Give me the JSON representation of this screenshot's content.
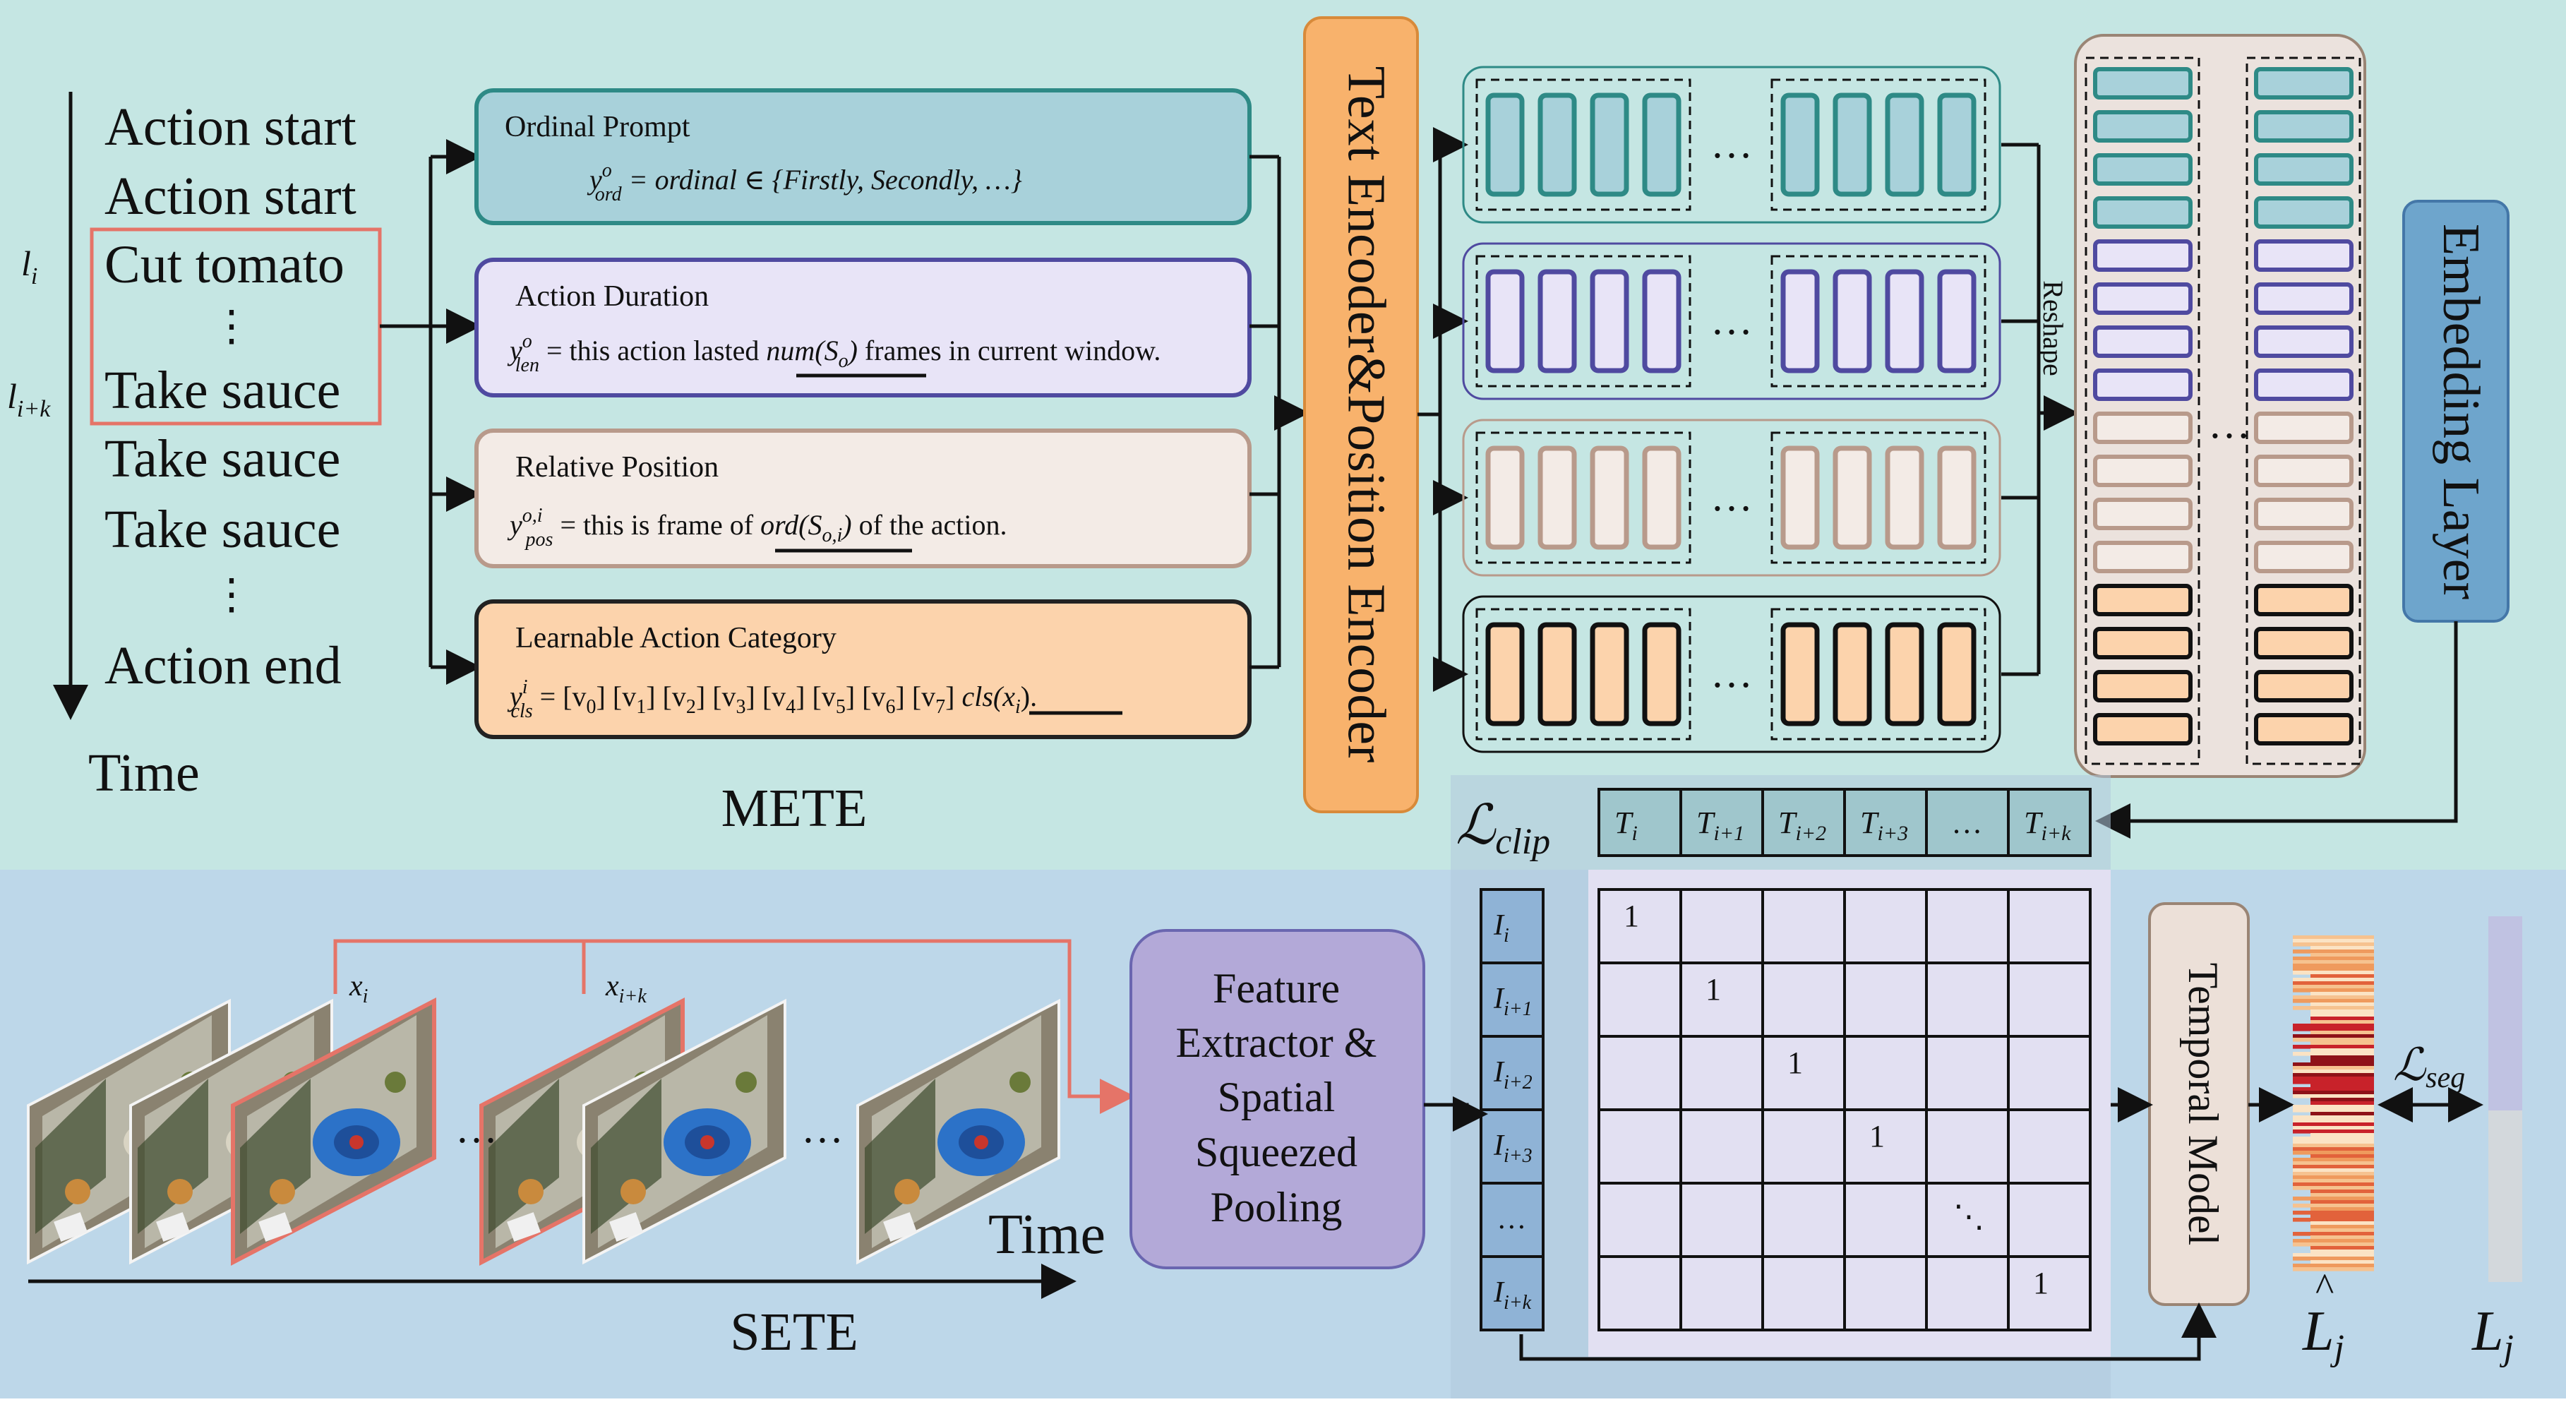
{
  "timeline": {
    "items": [
      "Action start",
      "Action start",
      "Cut tomato",
      "⋮",
      "Take sauce",
      "Take sauce",
      "Take sauce",
      "⋮",
      "Action end"
    ],
    "time_label": "Time",
    "marker_li": "l",
    "marker_li_sub": "i",
    "marker_lik": "l",
    "marker_lik_sub": "i+k"
  },
  "mete": {
    "label": "METE",
    "prompts": [
      {
        "title": "Ordinal Prompt",
        "formula": "y",
        "formula_sup": "o",
        "formula_sub": "ord",
        "text": " = ordinal ∈ {Firstly, Secondly, …}"
      },
      {
        "title": "Action Duration",
        "formula": "y",
        "formula_sup": "o",
        "formula_sub": "len",
        "text_a": " = this action lasted ",
        "text_u": "num(S",
        "text_u_sub": "o",
        "text_u_end": ")",
        "text_b": " frames in current window."
      },
      {
        "title": "Relative Position",
        "formula": "y",
        "formula_sup": "o,i",
        "formula_sub": "pos",
        "text_a": " = this is frame of ",
        "text_u": "ord(S",
        "text_u_sub": "o,i",
        "text_u_end": ")",
        "text_b": " of the action."
      },
      {
        "title": "Learnable Action Category",
        "formula": "y",
        "formula_sup": "i",
        "formula_sub": "cls",
        "text_a": " = [v",
        "text_b": "cls(x",
        "text_c": ")."
      }
    ],
    "colors": {
      "bg_top": "#c5e6e3",
      "bg_bottom": "#bdd7e9",
      "ordinal_fill": "#a8d1da",
      "ordinal_stroke": "#2e8a86",
      "duration_fill": "#e8e4f7",
      "duration_stroke": "#4f4aa0",
      "position_fill": "#f3ebe6",
      "position_stroke": "#b89a8b",
      "category_fill": "#fcd3ac",
      "category_stroke": "#222222",
      "encoder_fill": "#f8b26c",
      "encoder_stroke": "#d88a3a",
      "embedding_fill": "#6ea5cc",
      "embedding_stroke": "#4477a8",
      "red_box": "#e57468"
    }
  },
  "encoder": {
    "label": "Text Encoder&Position Encoder"
  },
  "reshape_label": "Reshape",
  "embedding": {
    "label": "Embedding Layer"
  },
  "clip": {
    "loss": "ℒ",
    "loss_sub": "clip",
    "text_tokens": [
      "T",
      "T",
      "T",
      "T",
      "…",
      "T"
    ],
    "text_subs": [
      "i",
      "i+1",
      "i+2",
      "i+3",
      "",
      "i+k"
    ],
    "image_tokens": [
      "I",
      "I",
      "I",
      "I",
      "…",
      "I"
    ],
    "image_subs": [
      "i",
      "i+1",
      "i+2",
      "i+3",
      "",
      "i+k"
    ],
    "diag_values": [
      "1",
      "1",
      "1",
      "1",
      "⋱",
      "1"
    ]
  },
  "sete": {
    "label": "SETE",
    "time_label": "Time",
    "frame_xi": "x",
    "frame_xi_sub": "i",
    "frame_xik": "x",
    "frame_xik_sub": "i+k",
    "dots": "…"
  },
  "feature_extractor": {
    "lines": [
      "Feature",
      "Extractor &",
      "Spatial",
      "Squeezed",
      "Pooling"
    ]
  },
  "temporal_model": {
    "label": "Temporal Model"
  },
  "seg": {
    "loss": "ℒ",
    "loss_sub": "seg",
    "pred_label": "L",
    "pred_sub": "j",
    "gt_label": "L",
    "gt_sub": "j"
  }
}
